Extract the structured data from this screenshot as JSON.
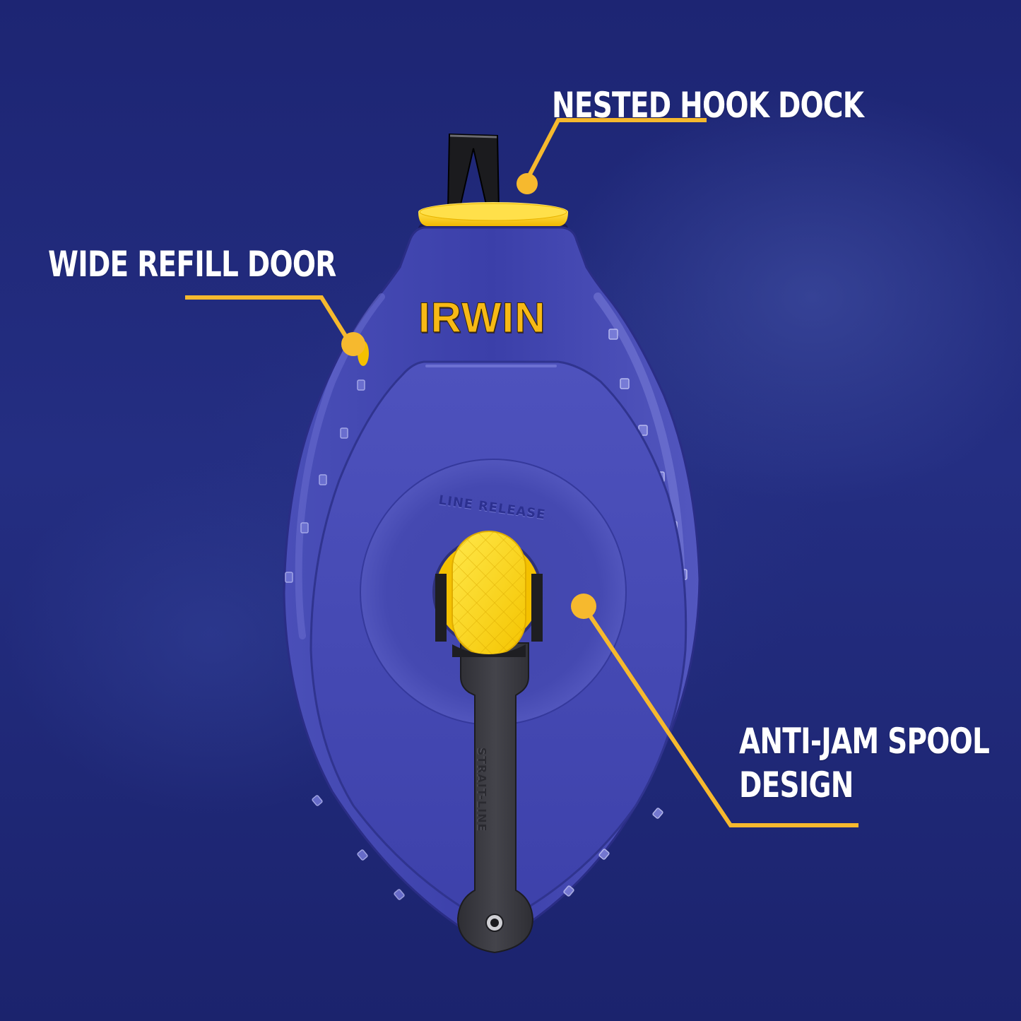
{
  "image": {
    "background_color": "#1f2876",
    "accent_color": "#f6b92e"
  },
  "product": {
    "brand": "IRWIN",
    "release_label": "LINE RELEASE",
    "handle_label": "STRAIT-LINE",
    "body_color": "#3a3fa8",
    "cap_color": "#ffd21a",
    "handle_color": "#3a3a40"
  },
  "callouts": [
    {
      "id": "hook",
      "label": "NESTED HOOK DOCK"
    },
    {
      "id": "door",
      "label": "WIDE REFILL DOOR"
    },
    {
      "id": "spool",
      "label_line1": "ANTI-JAM SPOOL",
      "label_line2": "DESIGN"
    }
  ]
}
